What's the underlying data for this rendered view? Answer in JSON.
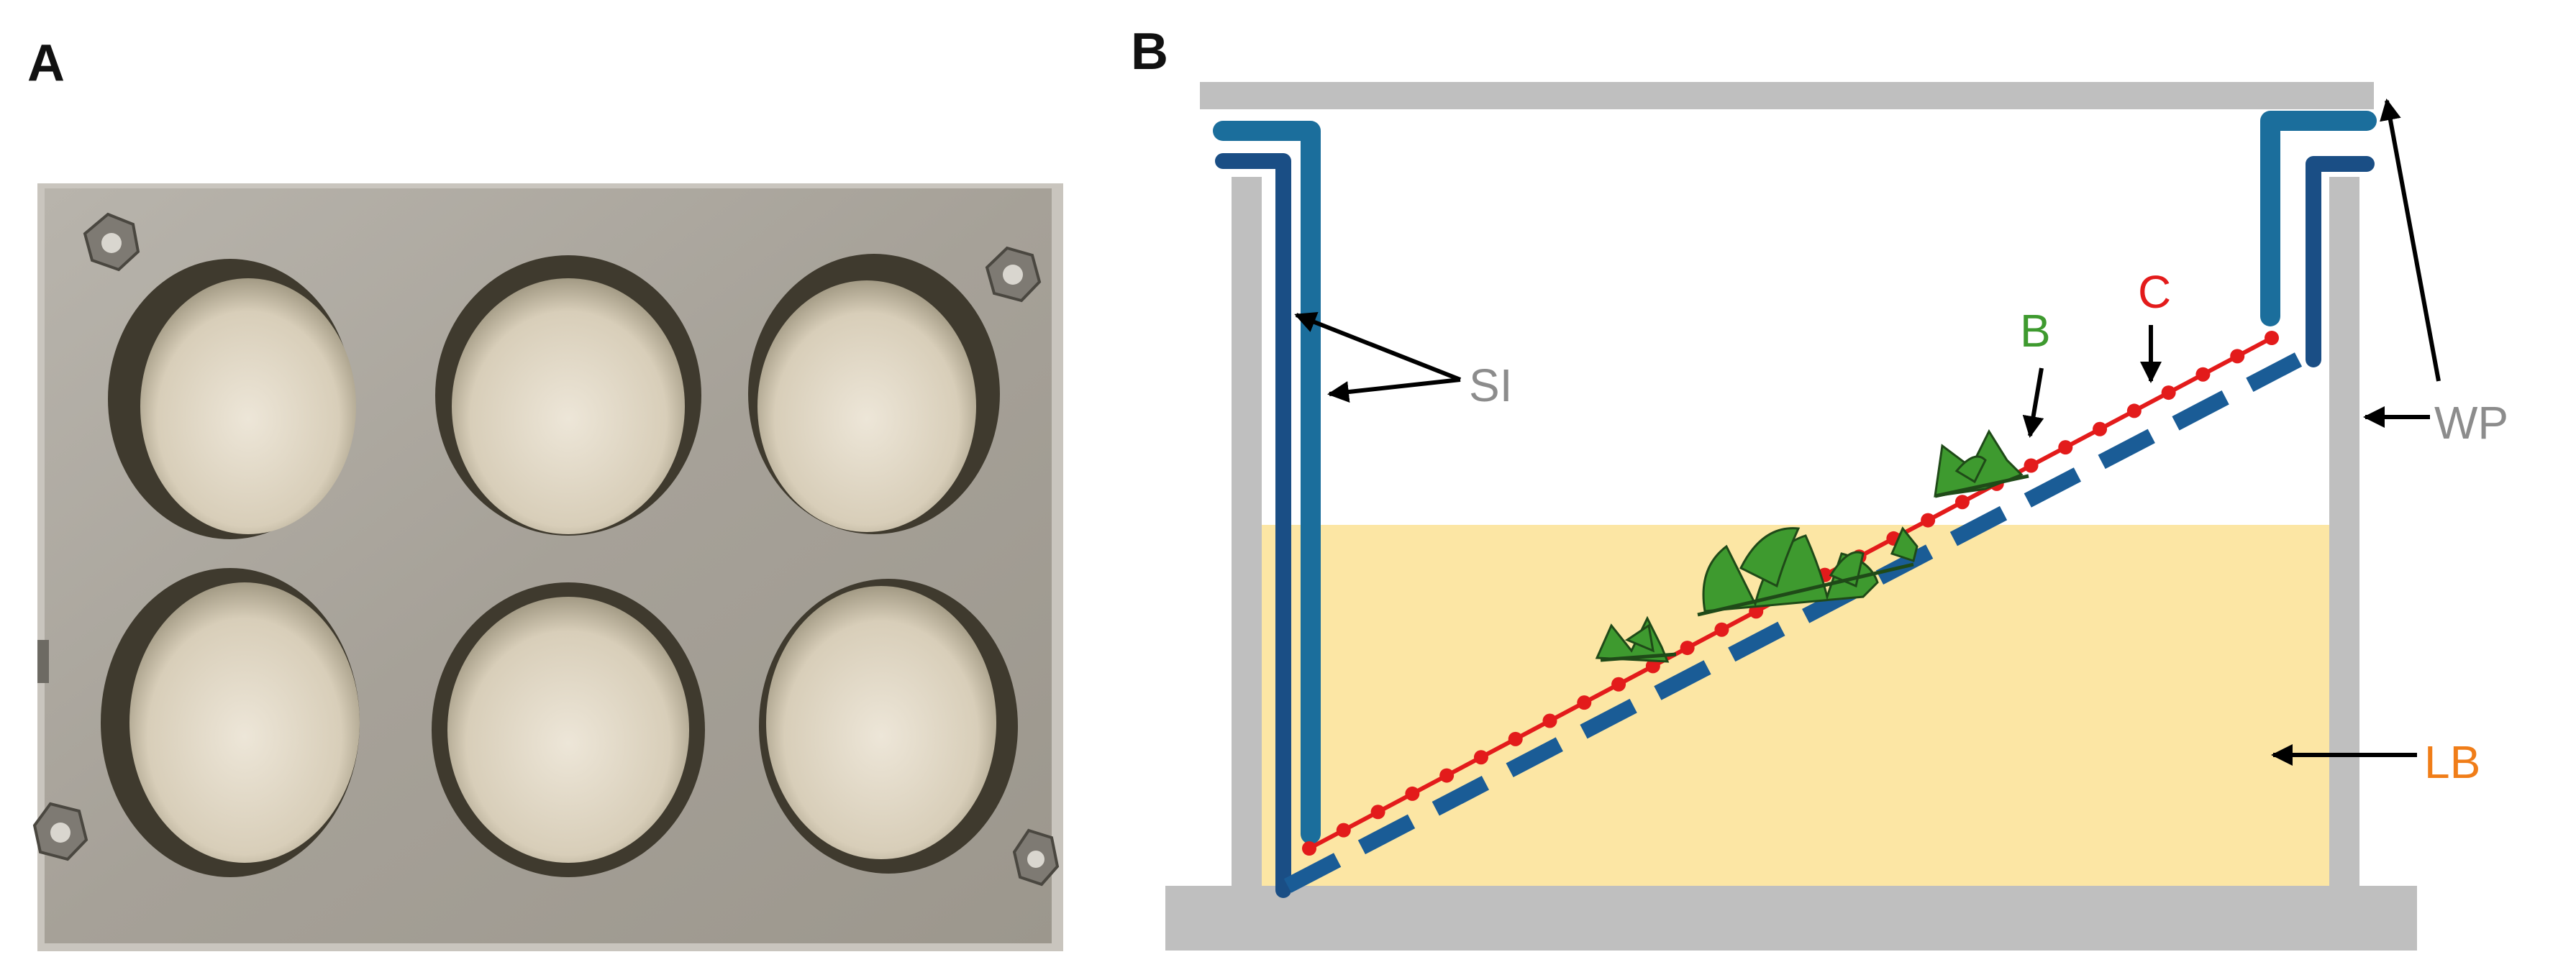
{
  "panels": {
    "a": {
      "letter": "A"
    },
    "b": {
      "letter": "B"
    }
  },
  "labels": {
    "si": {
      "text": "SI",
      "color": "#8C8C8C"
    },
    "wp": {
      "text": "WP",
      "color": "#8C8C8C"
    },
    "b": {
      "text": "B",
      "color": "#3E9A2F"
    },
    "c": {
      "text": "C",
      "color": "#E31B1B"
    },
    "lb": {
      "text": "LB",
      "color": "#F07D18"
    }
  },
  "colors": {
    "wall": "#BFBFBF",
    "liquid": "#FCE6A4",
    "insert_light": "#1B6E9C",
    "insert_dark": "#1A4E85",
    "mesh_line": "#E31B1B",
    "dashed_line": "#1A5C96",
    "plants": "#3E9A2F",
    "arrow": "#000000",
    "plate_metal": "#A9A59C"
  },
  "icons": [
    "leaf-cluster-icon",
    "arrow-icon"
  ]
}
